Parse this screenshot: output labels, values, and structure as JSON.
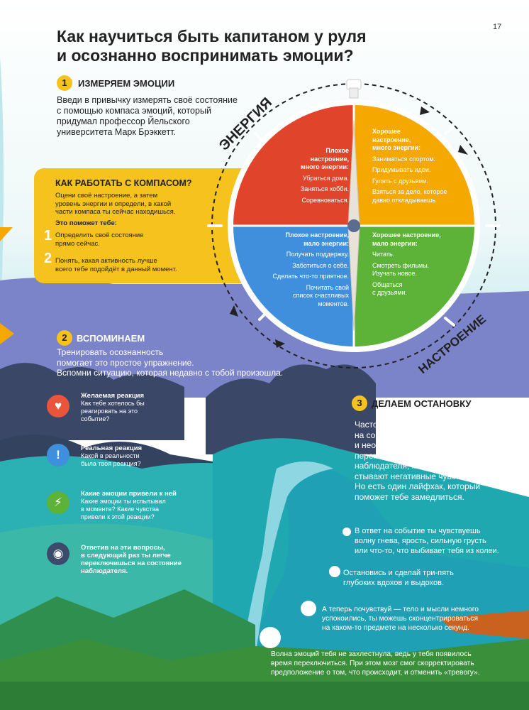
{
  "page": {
    "title_line1": "Как научиться быть капитаном у руля",
    "title_line2": "и осознанно воспринимать эмоции?",
    "page_number": "17"
  },
  "section1": {
    "number": "1",
    "heading": "ИЗМЕРЯЕМ ЭМОЦИИ",
    "text": [
      "Введи в привычку измерять своё состояние",
      "с помощью компаса эмоций, который",
      "придумал профессор Йельского",
      "университета Марк Брэккетт."
    ]
  },
  "compass_card": {
    "heading": "КАК РАБОТАТЬ С КОМПАСОМ?",
    "intro": [
      "Оцени своё настроение, а затем",
      "уровень энергии и определи, в какой",
      "части компаса ты сейчас находишься."
    ],
    "helps_heading": "Это поможет тебе:",
    "items": [
      {
        "num": "1",
        "lines": [
          "Определить своё состояние",
          "прямо сейчас."
        ]
      },
      {
        "num": "2",
        "lines": [
          "Понять, какая активность лучше",
          "всего тебе подойдёт в данный момент."
        ]
      }
    ]
  },
  "compass": {
    "axis_energy": "ЭНЕРГИЯ",
    "axis_mood": "НАСТРОЕНИЕ",
    "colors": {
      "red": "#e0452b",
      "orange": "#f5a800",
      "blue": "#3f8fdc",
      "green": "#5cb338"
    },
    "quadrants": {
      "top_left": {
        "title": [
          "Плохое",
          "настроение,",
          "много энергии:"
        ],
        "items": [
          "Убраться дома.",
          "Заняться хобби.",
          "Соревноваться."
        ]
      },
      "top_right": {
        "title": [
          "Хорошее",
          "настроение,",
          "много энергии:"
        ],
        "items": [
          "Заниматься спортом.",
          "Придумывать идеи.",
          "Гулять с друзьями.",
          "Взяться за дело, которое",
          "давно откладываешь."
        ]
      },
      "bottom_left": {
        "title": [
          "Плохое настроение,",
          "мало энергии:"
        ],
        "items": [
          "Получать поддержку.",
          "Заботиться о себе.",
          "Сделать что-то приятное.",
          "Почитать свой",
          "список счастливых",
          "моментов."
        ]
      },
      "bottom_right": {
        "title": [
          "Хорошее настроение,",
          "мало энергии:"
        ],
        "items": [
          "Читать.",
          "Смотреть фильмы.",
          "Изучать новое.",
          "Общаться",
          "с друзьями."
        ]
      }
    }
  },
  "section2": {
    "number": "2",
    "heading": "ВСПОМИНАЕМ",
    "text": [
      "Тренировать осознанность",
      "помогает это простое упражнение.",
      "Вспомни ситуацию, которая недавно с тобой произошла."
    ],
    "reactions": [
      {
        "icon": "heart-icon",
        "icon_glyph": "♥",
        "color": "#e8553a",
        "title": "Желаемая реакция",
        "lines": [
          "Как тебе хотелось бы",
          "реагировать на это",
          "событие?"
        ]
      },
      {
        "icon": "exclamation-icon",
        "icon_glyph": "!",
        "color": "#3f8fdc",
        "title": "Реальная реакция",
        "lines": [
          "Какой в реальности",
          "была твоя реакция?"
        ]
      },
      {
        "icon": "lightning-icon",
        "icon_glyph": "⚡",
        "color": "#5cb338",
        "title": "Какие эмоции привели к ней",
        "lines": [
          "Какие эмоции ты испытывал",
          "в моменте? Какие чувства",
          "привели к этой реакции?"
        ]
      },
      {
        "icon": "eye-icon",
        "icon_glyph": "◉",
        "color": "#3c4a6b",
        "title": "",
        "bold_lines": [
          "Ответив на эти вопросы,",
          "в следующий раз ты легче",
          "переключишься на состояние",
          "наблюдателя."
        ]
      }
    ]
  },
  "section3": {
    "number": "3",
    "heading": "ДЕЛАЕМ ОСТАНОВКУ",
    "text": [
      "Часто наша первая реакция",
      "на событие очень эмоциональна",
      "и необдуманна. Особенно сложно",
      "переключиться на состояние",
      "наблюдателя, когда тебя захлё-",
      "стывают негативные чувства.",
      "Но есть один лайфхак, который",
      "поможет тебе замедлиться."
    ],
    "steps": [
      {
        "lines": [
          "В ответ на событие ты чувствуешь",
          "волну гнева, ярость, сильную грусть",
          "или что-то, что выбивает тебя из колеи."
        ]
      },
      {
        "lines": [
          "Остановись и сделай три-пять",
          "глубоких вдохов и выдохов."
        ]
      },
      {
        "lines": [
          "А теперь почувствуй — тело и мысли немного",
          "успокоились, ты можешь сконцентрироваться",
          "на каком-то предмете на несколько секунд."
        ]
      },
      {
        "lines": [
          "Волна эмоций тебя не захлестнула, ведь у тебя появилось",
          "время переключиться. При этом мозг смог скорректировать",
          "предположение о том, что происходит, и отменить «тревогу»."
        ]
      }
    ]
  }
}
